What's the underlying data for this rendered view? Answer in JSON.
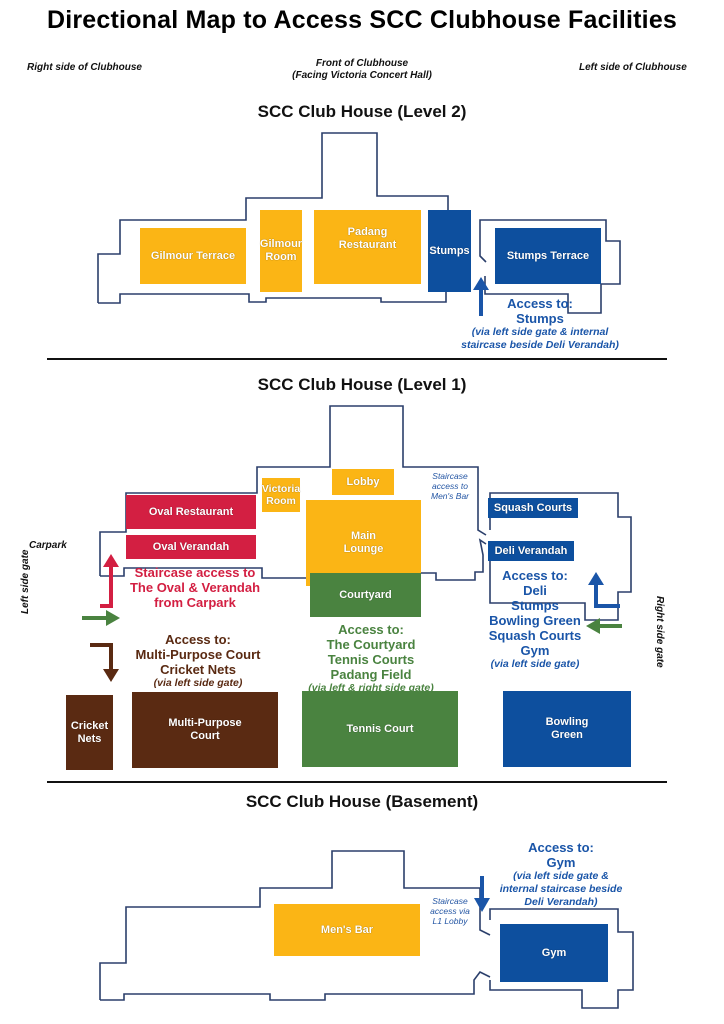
{
  "title": "Directional Map to Access SCC Clubhouse Facilities",
  "orientation": {
    "right_side": "Right side of Clubhouse",
    "front_line1": "Front of Clubhouse",
    "front_line2": "(Facing Victoria Concert Hall)",
    "left_side": "Left side of Clubhouse"
  },
  "colors": {
    "yellow": "#fbb515",
    "blue": "#0d4f9e",
    "red": "#d31f42",
    "green": "#4a8340",
    "brown": "#5a2a12",
    "outline": "#2b3f6b"
  },
  "level2": {
    "heading": "SCC Club House (Level 2)",
    "rooms": {
      "gilmour_terrace": "Gilmour Terrace",
      "gilmour_room_1": "Gilmour",
      "gilmour_room_2": "Room",
      "padang_1": "Padang",
      "padang_2": "Restaurant",
      "stumps": "Stumps",
      "stumps_terrace": "Stumps Terrace"
    },
    "access": {
      "heading": "Access to:",
      "items": [
        "Stumps"
      ],
      "via_1": "(via left side gate & internal",
      "via_2": "staircase beside Deli Verandah)",
      "arrow_icon": "arrow-up-icon"
    }
  },
  "level1": {
    "heading": "SCC Club House (Level 1)",
    "carpark": "Carpark",
    "left_gate": "Left side gate",
    "right_gate": "Right side gate",
    "staircase_note": [
      "Staircase",
      "access to",
      "Men's Bar"
    ],
    "rooms": {
      "victoria_1": "Victoria",
      "victoria_2": "Room",
      "lobby": "Lobby",
      "oval_restaurant": "Oval Restaurant",
      "oval_verandah": "Oval Verandah",
      "main_lounge_1": "Main",
      "main_lounge_2": "Lounge",
      "courtyard": "Courtyard",
      "squash_courts": "Squash Courts",
      "deli_verandah": "Deli Verandah"
    },
    "red_access": [
      "Staircase access to",
      "The Oval & Verandah",
      "from Carpark"
    ],
    "brown_access": {
      "heading": "Access to:",
      "items": [
        "Multi-Purpose Court",
        "Cricket Nets"
      ],
      "via": "(via left side gate)"
    },
    "green_access": {
      "heading": "Access to:",
      "items": [
        "The Courtyard",
        "Tennis Courts",
        "Padang Field"
      ],
      "via": "(via left & right side gate)"
    },
    "blue_access": {
      "heading": "Access to:",
      "items": [
        "Deli",
        "Stumps",
        "Bowling Green",
        "Squash Courts",
        "Gym"
      ],
      "via": "(via left side gate)"
    },
    "grounds": {
      "cricket_nets_1": "Cricket",
      "cricket_nets_2": "Nets",
      "mpc_1": "Multi-Purpose",
      "mpc_2": "Court",
      "tennis": "Tennis Court",
      "bowling_1": "Bowling",
      "bowling_2": "Green"
    }
  },
  "basement": {
    "heading": "SCC Club House (Basement)",
    "rooms": {
      "mens_bar": "Men's Bar",
      "gym": "Gym"
    },
    "staircase_note": [
      "Staircase",
      "access via",
      "L1 Lobby"
    ],
    "access": {
      "heading": "Access to:",
      "items": [
        "Gym"
      ],
      "via": [
        "(via left side gate &",
        "internal staircase beside",
        "Deli Verandah)"
      ]
    }
  }
}
